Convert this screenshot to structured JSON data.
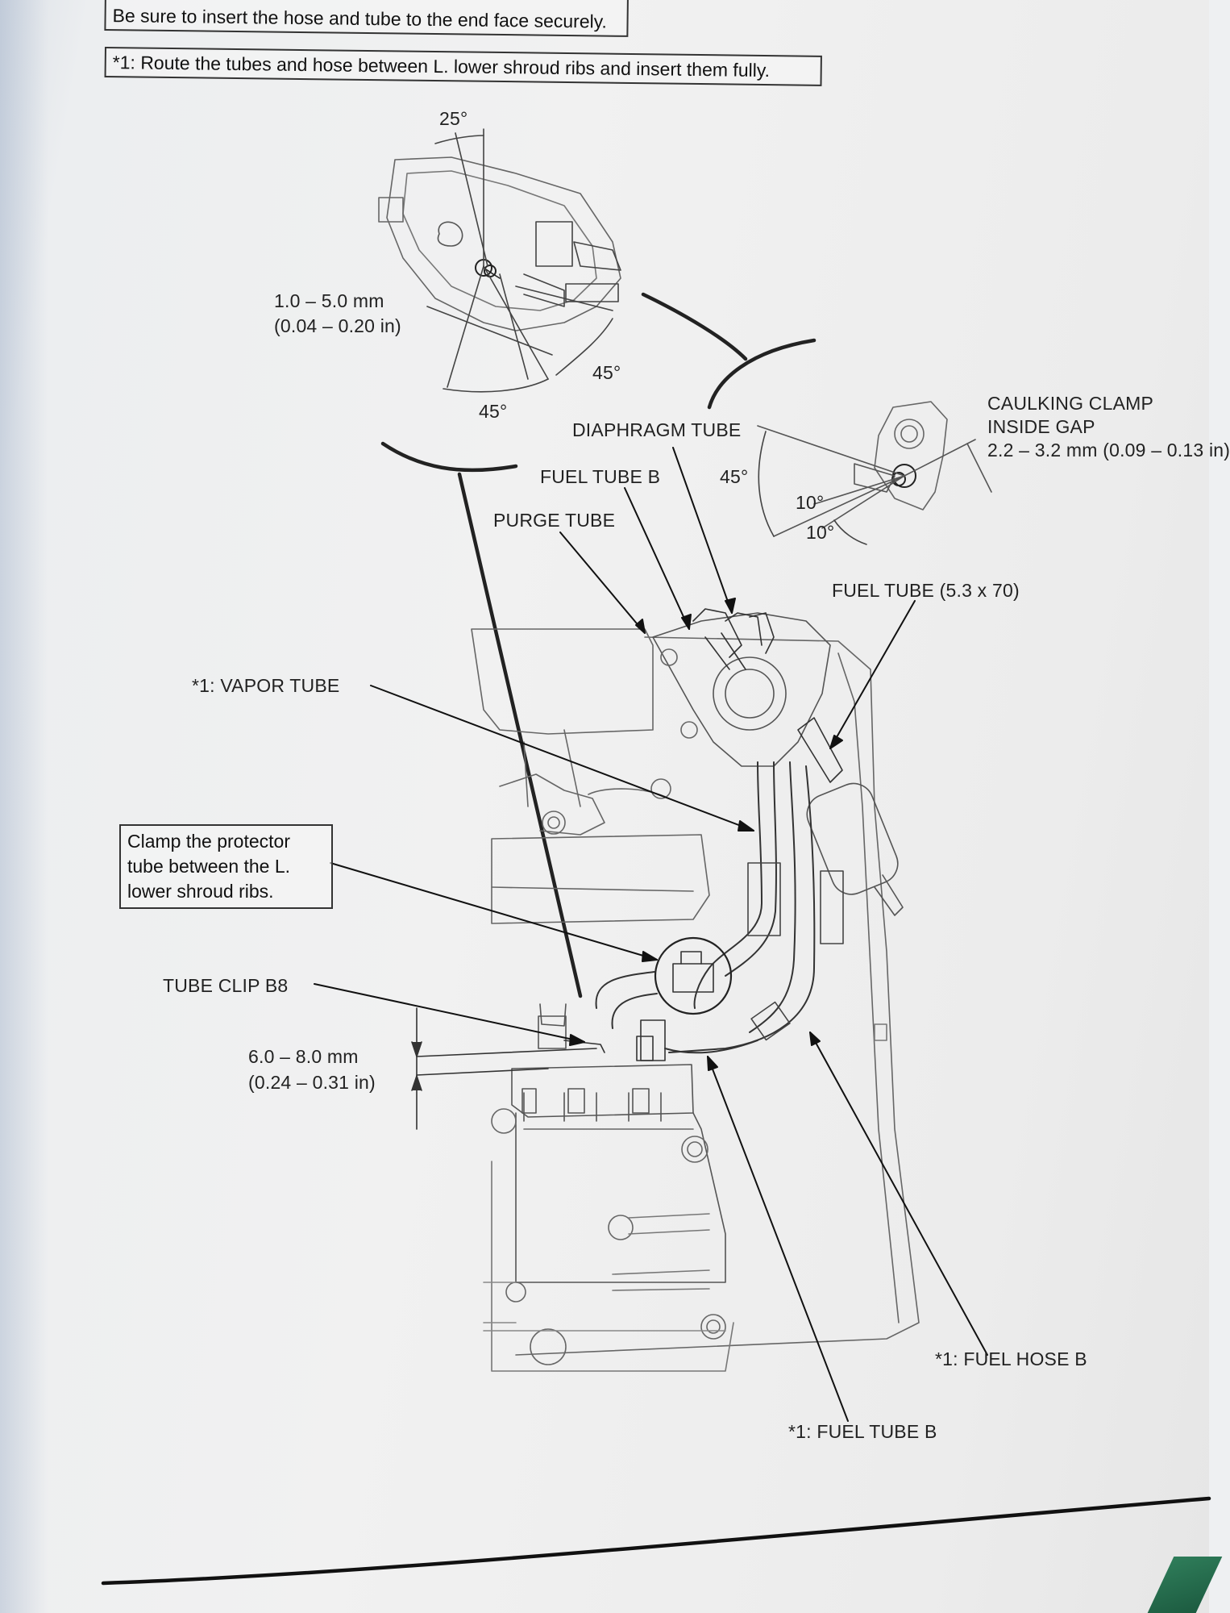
{
  "notes": {
    "top_cut": "Be sure to insert the hose and tube to the end face securely.",
    "route": "*1: Route the tubes and hose between L. lower shroud ribs and insert them fully."
  },
  "detail_a": {
    "angle_top": "25°",
    "gap_mm": "1.0 – 5.0 mm",
    "gap_in": "(0.04 – 0.20 in)",
    "angle_right": "45°",
    "angle_bottom": "45°"
  },
  "detail_b": {
    "caulk_1": "CAULKING CLAMP",
    "caulk_2": "INSIDE GAP",
    "caulk_3": "2.2 – 3.2 mm (0.09 – 0.13 in)",
    "angle_45": "45°",
    "angle_10a": "10°",
    "angle_10b": "10°"
  },
  "labels": {
    "diaphragm_tube": "DIAPHRAGM TUBE",
    "fuel_tube_b": "FUEL TUBE B",
    "purge_tube": "PURGE TUBE",
    "fuel_tube_53": "FUEL TUBE (5.3 x 70)",
    "vapor_tube": "*1: VAPOR TUBE",
    "clamp_note": "Clamp the protector tube between the L. lower shroud ribs.",
    "tube_clip": "TUBE CLIP B8",
    "clip_mm": "6.0 – 8.0 mm",
    "clip_in": "(0.24 – 0.31 in)",
    "fuel_hose_b": "*1: FUEL HOSE B",
    "fuel_tube_b_bottom": "*1: FUEL TUBE B"
  }
}
